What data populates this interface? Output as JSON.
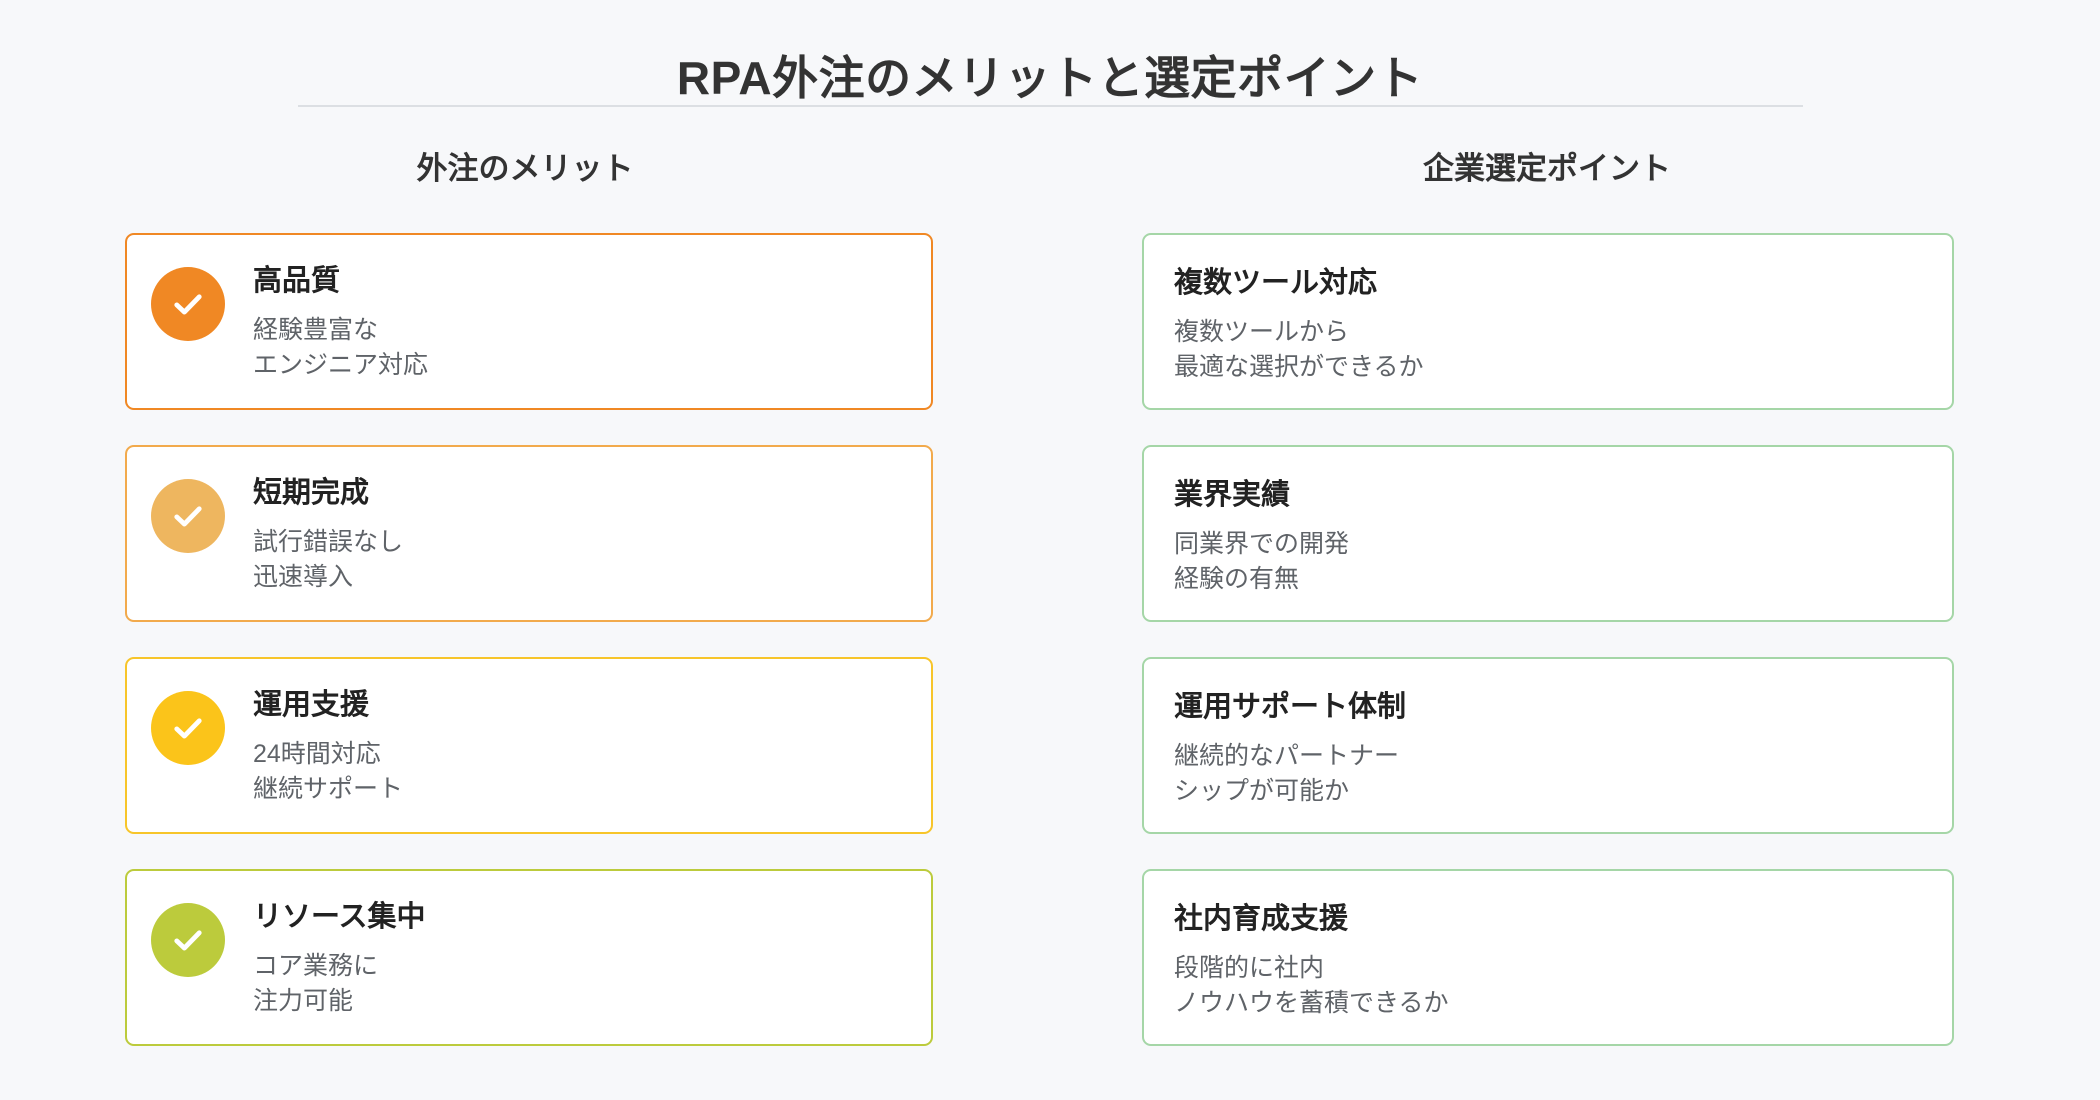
{
  "header": {
    "title": "RPA外注のメリットと選定ポイント"
  },
  "theme": {
    "background": "#f7f8fa",
    "divider": "#dcdfe3",
    "title_color": "#333333",
    "card_background": "#ffffff",
    "right_border": "#a5d6a7",
    "desc_color": "#5f6368"
  },
  "columns": [
    {
      "id": "merits",
      "heading": "外注のメリット",
      "cards": [
        {
          "title": "高品質",
          "desc_lines": [
            "経験豊富な",
            "エンジニア対応"
          ],
          "icon": "check-circle-icon",
          "accent": "#f08824",
          "border": "#f08824"
        },
        {
          "title": "短期完成",
          "desc_lines": [
            "試行錯誤なし",
            "迅速導入"
          ],
          "icon": "check-circle-icon",
          "accent": "#eeb65f",
          "border": "#f2aa4c"
        },
        {
          "title": "運用支援",
          "desc_lines": [
            "24時間対応",
            "継続サポート"
          ],
          "icon": "check-circle-icon",
          "accent": "#fbc41a",
          "border": "#f7c52a"
        },
        {
          "title": "リソース集中",
          "desc_lines": [
            "コア業務に",
            "注力可能"
          ],
          "icon": "check-circle-icon",
          "accent": "#bccb3c",
          "border": "#bccb3c"
        }
      ]
    },
    {
      "id": "selection-points",
      "heading": "企業選定ポイント",
      "cards": [
        {
          "title": "複数ツール対応",
          "desc_lines": [
            "複数ツールから",
            "最適な選択ができるか"
          ],
          "icon": null,
          "accent": "#a5d6a7",
          "border": "#a5d6a7"
        },
        {
          "title": "業界実績",
          "desc_lines": [
            "同業界での開発",
            "経験の有無"
          ],
          "icon": null,
          "accent": "#a5d6a7",
          "border": "#a5d6a7"
        },
        {
          "title": "運用サポート体制",
          "desc_lines": [
            "継続的なパートナー",
            "シップが可能か"
          ],
          "icon": null,
          "accent": "#a5d6a7",
          "border": "#a5d6a7"
        },
        {
          "title": "社内育成支援",
          "desc_lines": [
            "段階的に社内",
            "ノウハウを蓄積できるか"
          ],
          "icon": null,
          "accent": "#a5d6a7",
          "border": "#a5d6a7"
        }
      ]
    }
  ]
}
